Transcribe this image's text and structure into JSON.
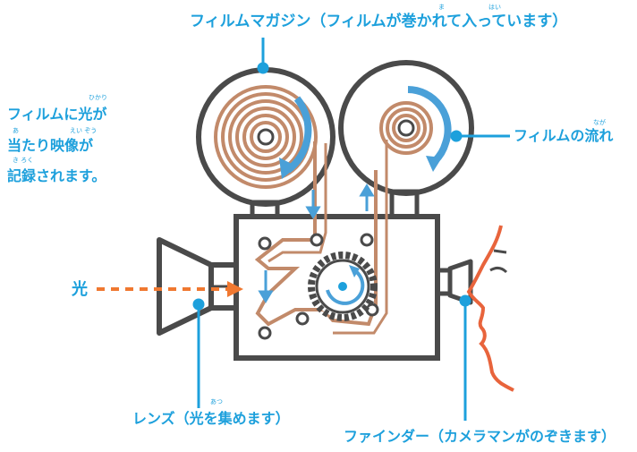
{
  "colors": {
    "accent": "#1da0dc",
    "frame": "#4a4a4a",
    "film": "#c28a6a",
    "light": "#f07830",
    "face": "#e8643c"
  },
  "labels": {
    "magazine": "フィルムマガジン（フィルムが巻かれて入っています）",
    "exposure_line1": "フィルムに光が",
    "exposure_line2": "当たり映像が",
    "exposure_line3": "記録されます。",
    "flow": "フィルムの流れ",
    "light": "光",
    "lens": "レンズ（光を集めます）",
    "finder": "ファインダー（カメラマンがのぞきます）"
  },
  "furigana": {
    "maki": "ま",
    "hai": "はい",
    "hikari1": "ひかり",
    "a": "あ",
    "eizou": "えい ぞう",
    "kiroku": "き ろく",
    "naga": "なが",
    "atsu": "あつ"
  }
}
